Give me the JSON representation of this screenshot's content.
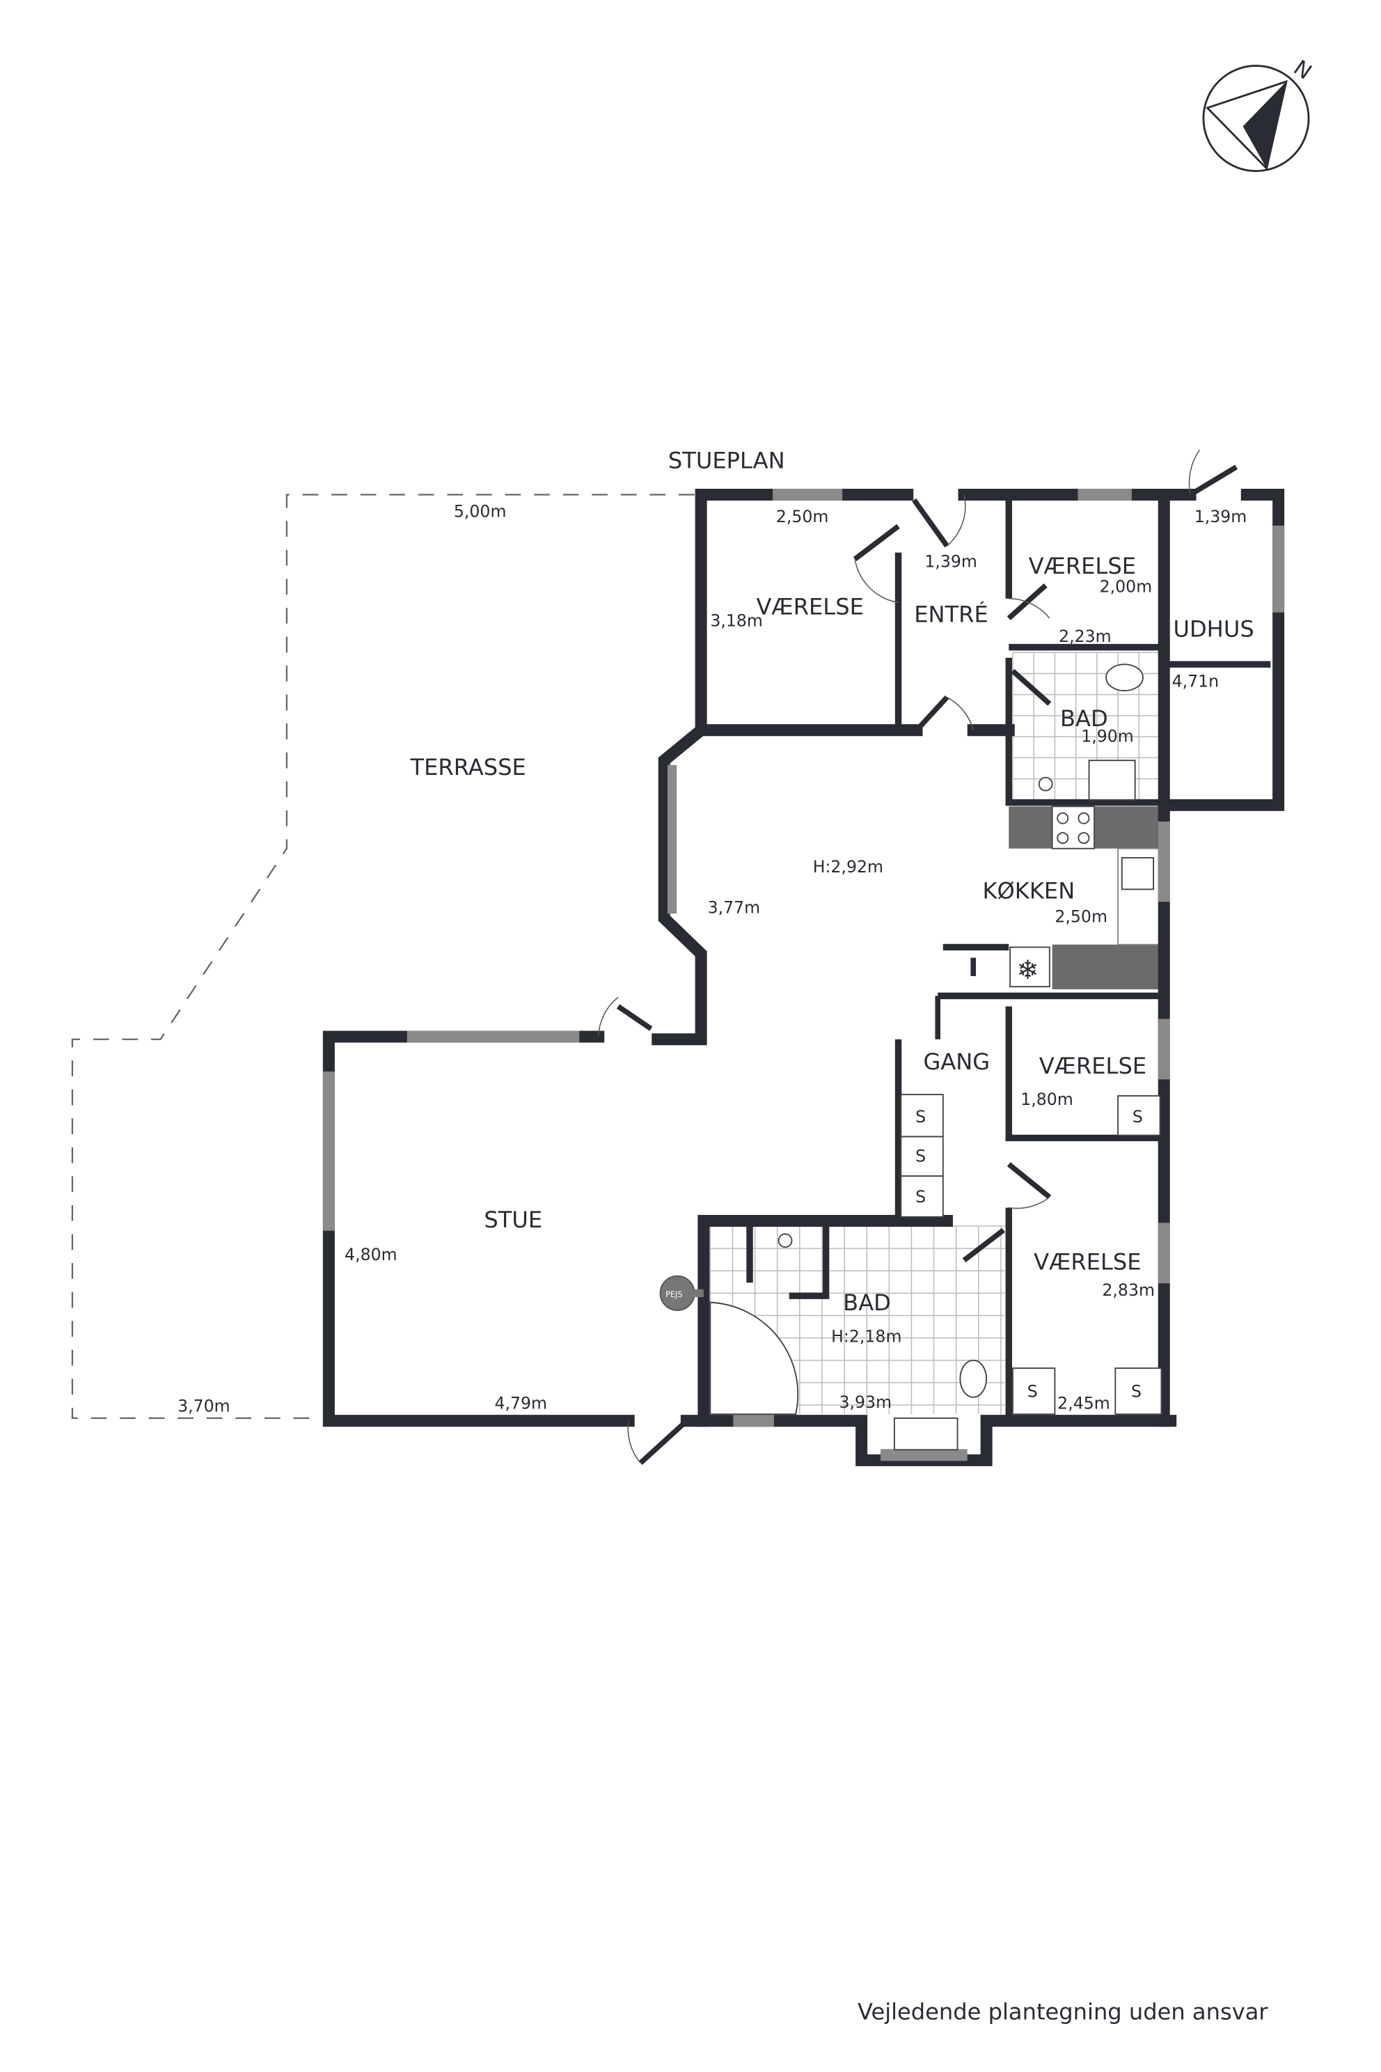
{
  "title": "STUEPLAN",
  "footer": "Vejledende plantegning uden ansvar",
  "compass": {
    "label": "N"
  },
  "rooms": {
    "terrasse": "TERRASSE",
    "vaerelse_nw": "VÆRELSE",
    "entre": "ENTRÉ",
    "vaerelse_n": "VÆRELSE",
    "udhus": "UDHUS",
    "bad_small": "BAD",
    "kokken": "KØKKEN",
    "living_height": "H:2,92m",
    "gang": "GANG",
    "vaerelse_e": "VÆRELSE",
    "stue": "STUE",
    "bad_large": "BAD",
    "bad_large_height": "H:2,18m",
    "vaerelse_se": "VÆRELSE"
  },
  "dimensions": {
    "terrasse_top": "5,00m",
    "terrasse_bottom": "3,70m",
    "vaerelse_nw_width": "2,50m",
    "vaerelse_nw_depth": "3,18m",
    "entre": "1,39m",
    "vaerelse_n_depth": "2,00m",
    "vaerelse_n_width": "2,23m",
    "udhus_width": "1,39m",
    "udhus_depth": "4,71n",
    "bad_small": "1,90m",
    "living": "3,77m",
    "kokken": "2,50m",
    "vaerelse_e": "1,80m",
    "stue_depth": "4,80m",
    "stue_width": "4,79m",
    "bad_large": "3,93m",
    "vaerelse_se_depth": "2,83m",
    "vaerelse_se_width": "2,45m"
  },
  "closet_label": "S",
  "fireplace_label": "PEJS",
  "colors": {
    "wall": "#2a2c33",
    "window": "#8a8a8a",
    "counter": "#6b6b6b"
  }
}
